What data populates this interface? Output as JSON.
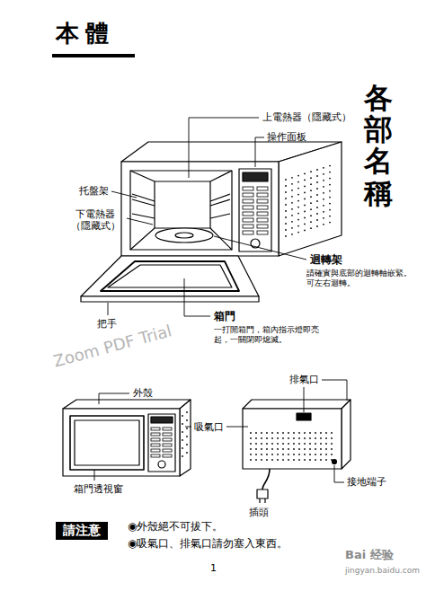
{
  "diagram": {
    "title": "本 體",
    "nodes": [
      {
        "text": [
          "請注意"
        ]
      }
    ],
    "labels": [
      "各部名稱",
      "上電熱器（隱藏式）",
      "操作面板",
      "托盤架",
      "下電熱器 （隱藏式）",
      "迴轉架",
      "請確實與底部的迴轉軸嵌緊。可左右迴轉。",
      "把手",
      "箱門",
      "一打開箱門，箱內指示燈即亮起，一關閉即熄滅。",
      "外殼",
      "排氣口",
      "吸氣口",
      "箱門透視窗",
      "接地端子",
      "插頭",
      "◉外殼絕不可拔下。",
      "◉吸氣口、排氣口請勿塞入東西。",
      "1",
      "Zoom PDF Trial",
      "Bai",
      "经验",
      "jingyan.baidu.com"
    ]
  }
}
